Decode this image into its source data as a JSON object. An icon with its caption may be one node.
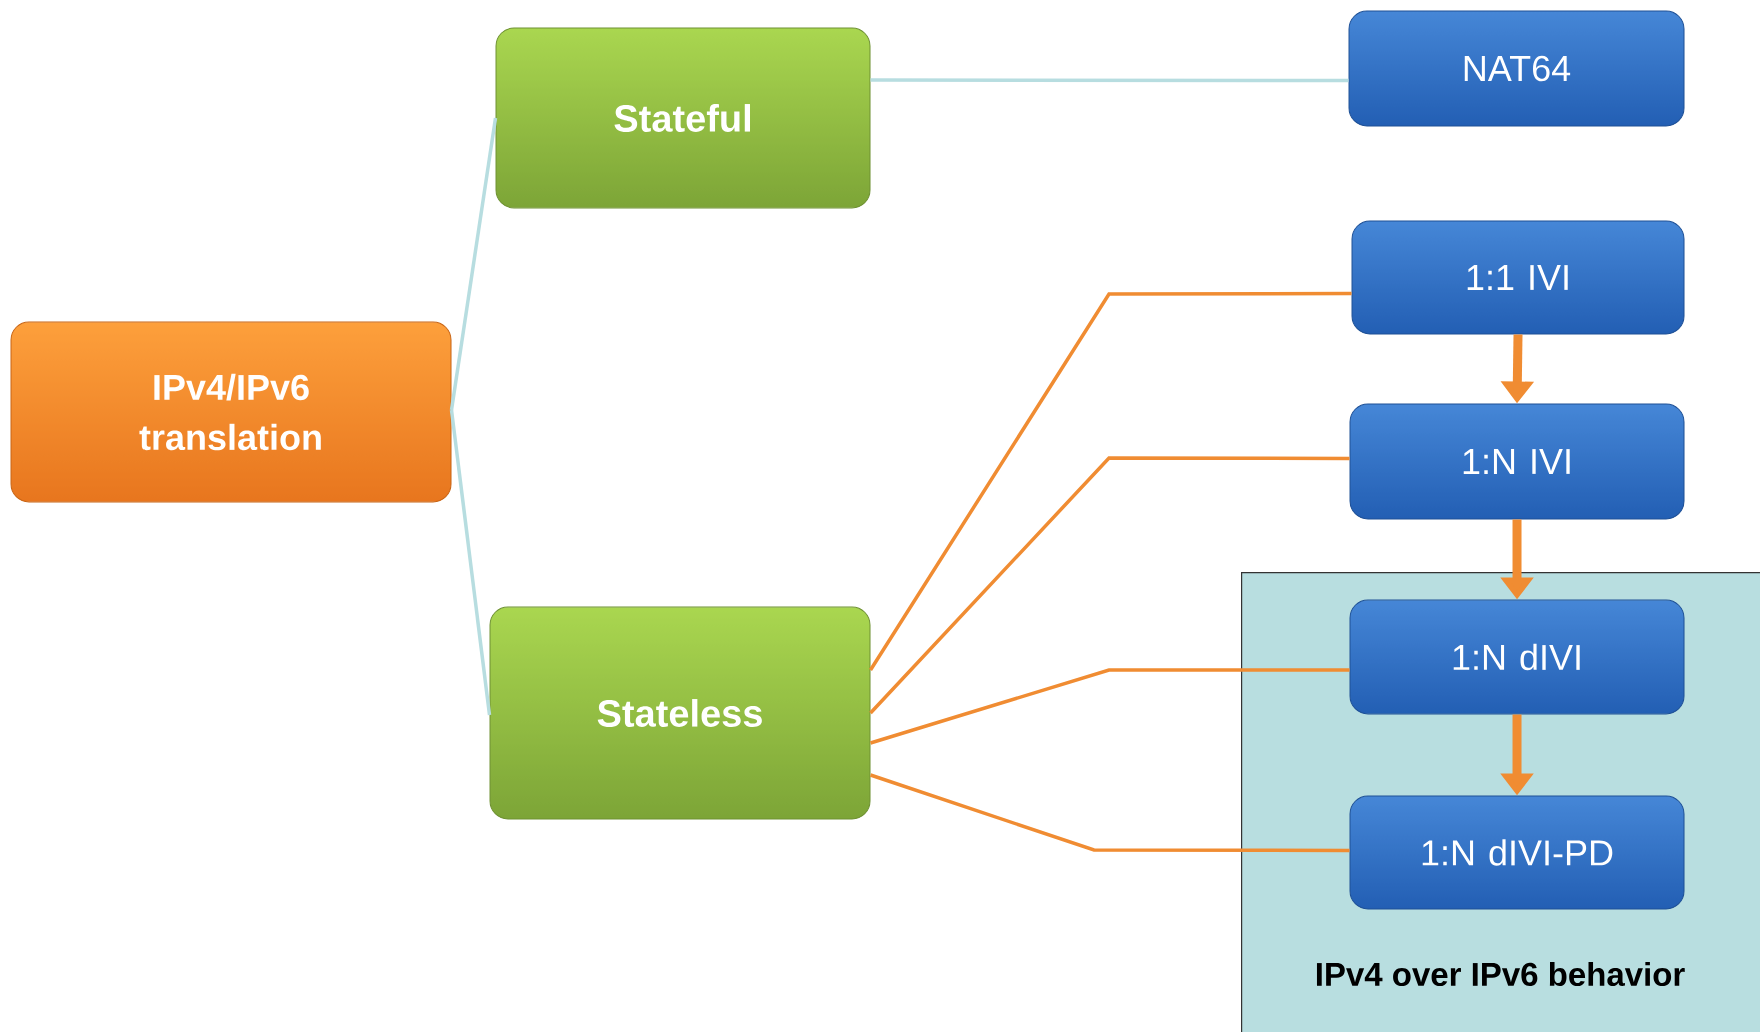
{
  "diagram": {
    "nodes": [
      {
        "text": [
          "IPv4/IPv6 translation"
        ]
      },
      {
        "text": [
          "Stateful"
        ]
      },
      {
        "text": [
          "Stateless"
        ]
      },
      {
        "text": [
          "NAT64"
        ]
      },
      {
        "text": [
          "1:1 IVI"
        ]
      },
      {
        "text": [
          "1:N IVI"
        ]
      },
      {
        "text": [
          "IPv4 over IPv6  behavior"
        ]
      },
      {
        "text": [
          "1:N dIVI"
        ],
        "in": 6
      },
      {
        "text": [
          "1:N dIVI-PD"
        ],
        "in": 6
      }
    ],
    "edges": [
      {
        "from": 0,
        "to": 1,
        "arrow": "none",
        "color": "#b7dde0"
      },
      {
        "from": 0,
        "to": 2,
        "arrow": "none",
        "color": "#b7dde0"
      },
      {
        "from": 1,
        "to": 3,
        "arrow": "none",
        "color": "#b7dde0"
      },
      {
        "from": 2,
        "to": 4,
        "arrow": "none"
      },
      {
        "from": 2,
        "to": 5,
        "arrow": "none"
      },
      {
        "from": 2,
        "to": 7,
        "arrow": "none"
      },
      {
        "from": 2,
        "to": 8,
        "arrow": "none"
      },
      {
        "from": 4,
        "to": 5,
        "arrow": "to",
        "style": "thick"
      },
      {
        "from": 5,
        "to": 7,
        "arrow": "to",
        "style": "thick"
      },
      {
        "from": 7,
        "to": 8,
        "arrow": "to",
        "style": "thick"
      }
    ]
  }
}
